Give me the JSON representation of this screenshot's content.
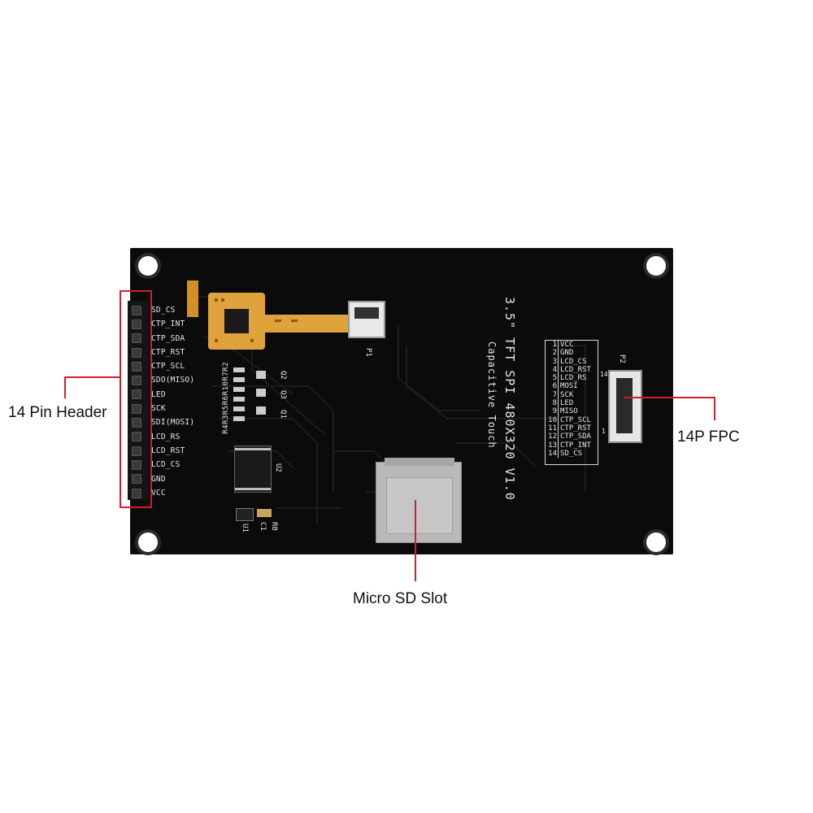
{
  "callouts": {
    "pin_header": "14 Pin Header",
    "fpc": "14P FPC",
    "sd_slot": "Micro SD Slot"
  },
  "board": {
    "title_line1": "3.5\" TFT SPI 480X320 V1.0",
    "title_line2": "Capacitive Touch",
    "p1_label": "P1",
    "p2_label": "P2",
    "u2_label": "U2",
    "u1_label": "U1",
    "c1_label": "C1",
    "r8_label": "R8",
    "q1_label": "Q1",
    "q2_label": "Q2",
    "q3_label": "Q3",
    "resistor_labels": "R4R3R5R6R10R7R2",
    "fpc_pin_1": "1",
    "fpc_pin_14": "14"
  },
  "pin_header_labels": [
    "SD_CS",
    "CTP_INT",
    "CTP_SDA",
    "CTP_RST",
    "CTP_SCL",
    "SDO(MISO)",
    "LED",
    "SCK",
    "SDI(MOSI)",
    "LCD_RS",
    "LCD_RST",
    "LCD_CS",
    "GND",
    "VCC"
  ],
  "fpc_table": [
    {
      "num": "1",
      "name": "VCC"
    },
    {
      "num": "2",
      "name": "GND"
    },
    {
      "num": "3",
      "name": "LCD_CS"
    },
    {
      "num": "4",
      "name": "LCD_RST"
    },
    {
      "num": "5",
      "name": "LCD_RS"
    },
    {
      "num": "6",
      "name": "MOSI"
    },
    {
      "num": "7",
      "name": "SCK"
    },
    {
      "num": "8",
      "name": "LED"
    },
    {
      "num": "9",
      "name": "MISO"
    },
    {
      "num": "10",
      "name": "CTP_SCL"
    },
    {
      "num": "11",
      "name": "CTP_RST"
    },
    {
      "num": "12",
      "name": "CTP_SDA"
    },
    {
      "num": "13",
      "name": "CTP_INT"
    },
    {
      "num": "14",
      "name": "SD_CS"
    }
  ],
  "colors": {
    "pcb": "#0b0b0b",
    "callout_box": "#d0202a",
    "flex_cable": "#e0a23a",
    "sd_metal": "#b9b9b9"
  }
}
